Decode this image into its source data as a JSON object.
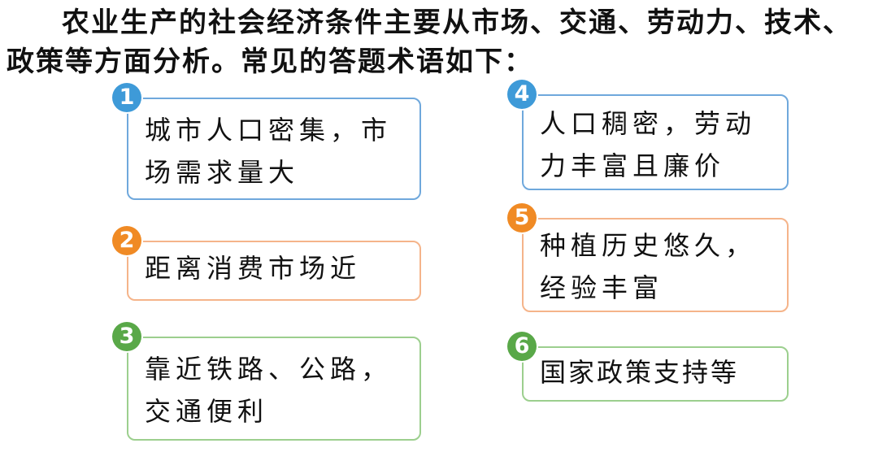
{
  "intro": "农业生产的社会经济条件主要从市场、交通、劳动力、技术、政策等方面分析。常见的答题术语如下：",
  "items": [
    {
      "number": "1",
      "text": "城市人口密集，市场需求量大"
    },
    {
      "number": "2",
      "text": "距离消费市场近"
    },
    {
      "number": "3",
      "text": "靠近铁路、公路，交通便利"
    },
    {
      "number": "4",
      "text": "人口稠密，劳动力丰富且廉价"
    },
    {
      "number": "5",
      "text": "种植历史悠久，经验丰富"
    },
    {
      "number": "6",
      "text": "国家政策支持等"
    }
  ],
  "colors": {
    "blue_badge": "#3e9ad8",
    "blue_border": "#6fa8dc",
    "orange_badge": "#f08a24",
    "orange_border": "#f5b48a",
    "green_badge": "#59a848",
    "green_border": "#9ccf8e"
  }
}
